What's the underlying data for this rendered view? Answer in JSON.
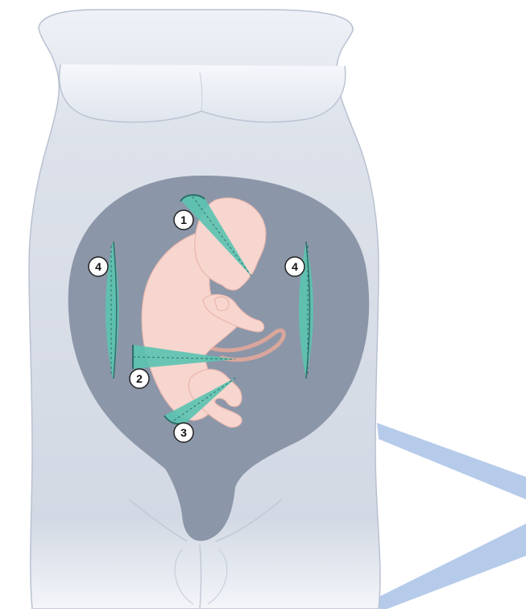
{
  "diagram": {
    "markers": [
      {
        "id": "m1",
        "label": "1"
      },
      {
        "id": "m2",
        "label": "2"
      },
      {
        "id": "m3",
        "label": "3"
      },
      {
        "id": "m4a",
        "label": "4"
      },
      {
        "id": "m4b",
        "label": "4"
      }
    ]
  },
  "colors": {
    "body": "#d8dde8",
    "body_edge": "#b9c1d1",
    "uterus": "#8b96a8",
    "fetus": "#f7d6cf",
    "fetus_edge": "#e9b7ad",
    "beam": "#5cc3b1",
    "beam_line": "#2f6e68",
    "marker_fill": "#ffffff",
    "marker_stroke": "#222222",
    "accent_blue": "#a9c2e6"
  }
}
